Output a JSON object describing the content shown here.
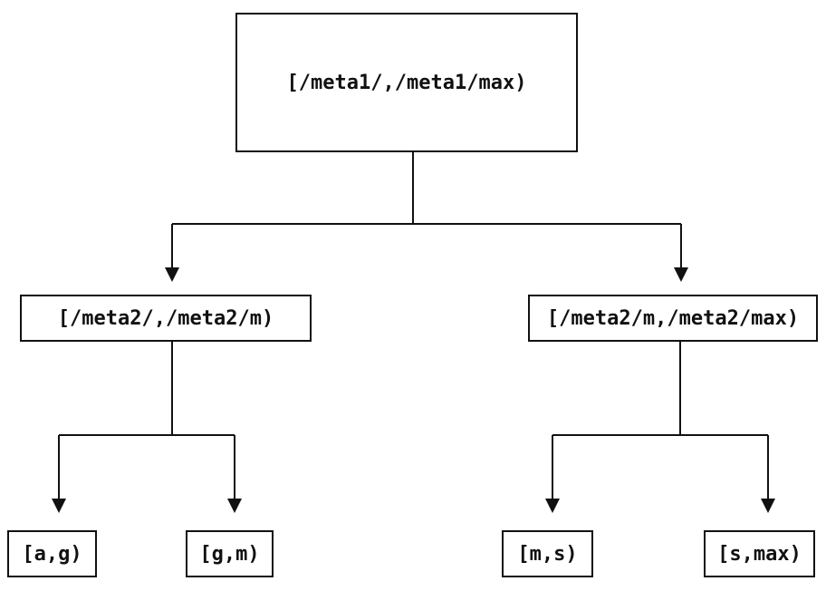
{
  "diagram": {
    "type": "tree",
    "colors": {
      "background": "#ffffff",
      "line": "#111111",
      "text": "#111111",
      "node_fill": "#ffffff"
    },
    "nodes": {
      "root": {
        "label": "[/meta1/,/meta1/max)"
      },
      "left": {
        "label": "[/meta2/,/meta2/m)"
      },
      "right": {
        "label": "[/meta2/m,/meta2/max)"
      },
      "leaf_ag": {
        "label": "[a,g)"
      },
      "leaf_gm": {
        "label": "[g,m)"
      },
      "leaf_ms": {
        "label": "[m,s)"
      },
      "leaf_smax": {
        "label": "[s,max)"
      }
    },
    "edges": [
      {
        "from": "root",
        "to": "left"
      },
      {
        "from": "root",
        "to": "right"
      },
      {
        "from": "left",
        "to": "leaf_ag"
      },
      {
        "from": "left",
        "to": "leaf_gm"
      },
      {
        "from": "right",
        "to": "leaf_ms"
      },
      {
        "from": "right",
        "to": "leaf_smax"
      }
    ]
  }
}
